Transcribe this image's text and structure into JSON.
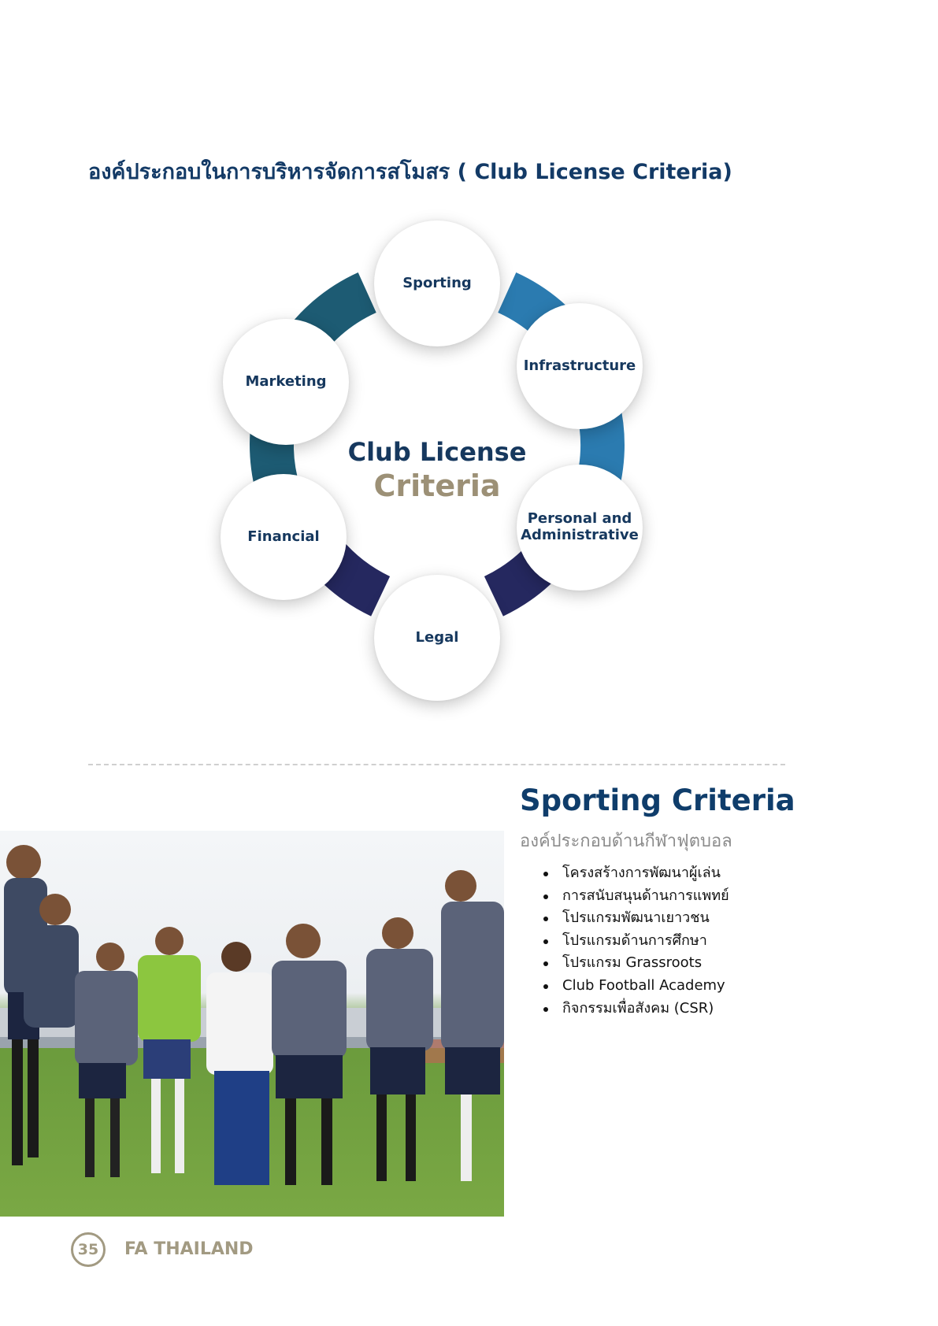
{
  "heading": "องค์ประกอบในการบริหารจัดการสโมสร  ( Club License Criteria)",
  "diagram": {
    "center_line1": "Club License",
    "center_line2": "Criteria",
    "nodes": {
      "sporting": "Sporting",
      "infrastructure": "Infrastructure",
      "personal": "Personal and Administrative",
      "legal": "Legal",
      "financial": "Financial",
      "marketing": "Marketing"
    },
    "colors": {
      "ring_dark_teal": "#1d5b73",
      "ring_blue": "#2b7bb0",
      "ring_navy": "#25285f",
      "accent_gold": "#9c9076"
    }
  },
  "sporting": {
    "title": "Sporting Criteria",
    "subtitle": "องค์ประกอบด้านกีฬาฟุตบอล",
    "items": [
      "โครงสร้างการพัฒนาผู้เล่น",
      "การสนับสนุนด้านการแพทย์",
      "โปรแกรมพัฒนาเยาวชน",
      "โปรแกรมด้านการศึกษา",
      "โปรแกรม Grassroots",
      "Club Football Academy",
      "กิจกรรมเพื่อสังคม (CSR)"
    ]
  },
  "footer": {
    "page_number": "35",
    "brand": "FA THAILAND"
  }
}
